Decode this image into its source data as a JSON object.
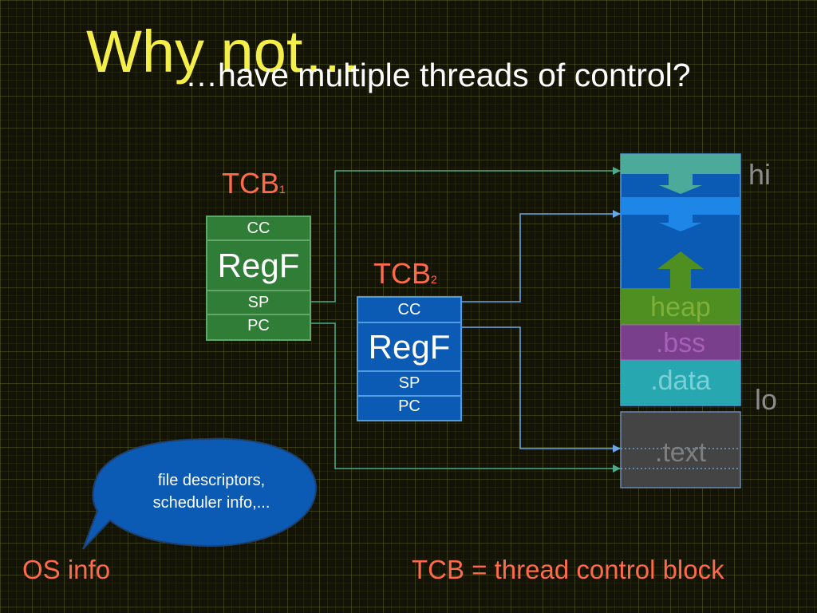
{
  "title": "Why not…",
  "subtitle": "…have multiple threads of control?",
  "tcb1": {
    "label": "TCB",
    "index": "1",
    "rows": [
      "CC",
      "RegF",
      "SP",
      "PC"
    ]
  },
  "tcb2": {
    "label": "TCB",
    "index": "2",
    "rows": [
      "CC",
      "RegF",
      "SP",
      "PC"
    ]
  },
  "memory": {
    "segments": [
      "heap",
      ".bss",
      ".data",
      ".text"
    ],
    "hi_label": "hi",
    "lo_label": "lo"
  },
  "bubble": {
    "line1": "file descriptors,",
    "line2": "scheduler info,..."
  },
  "os_info": "OS info",
  "definition": "TCB = thread control block",
  "colors": {
    "title": "#f4ee4a",
    "accent": "#ff6a4a",
    "tcb1": "#2f7d36",
    "tcb2": "#0b5ab3",
    "heap": "#4f8f22",
    "bss": "#7a3f8c",
    "data": "#27a7b0",
    "text": "#444444"
  }
}
